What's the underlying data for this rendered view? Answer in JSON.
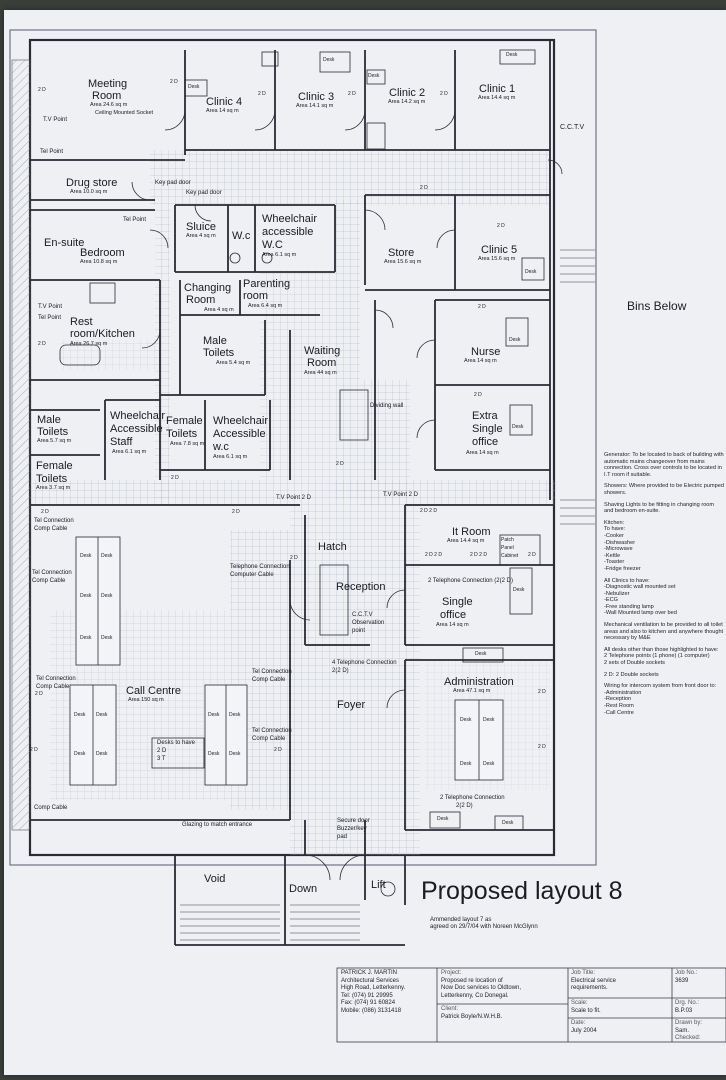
{
  "title": "Proposed layout 8",
  "amendment": [
    "Ammended layout 7 as",
    "agreed on 29/7/04 with Noreen McGlynn"
  ],
  "side_labels": {
    "bins": "Bins Below",
    "cctv": "C.C.T.V"
  },
  "rooms": {
    "meeting": {
      "name": [
        "Meeting",
        "Room"
      ],
      "area": "Area 24.6 sq m",
      "note": "Ceiling Mounted Socket"
    },
    "clinic4": {
      "name": "Clinic 4",
      "area": "Area 14 sq m"
    },
    "clinic3": {
      "name": "Clinic 3",
      "area": "Area 14.1 sq m"
    },
    "clinic2": {
      "name": "Clinic 2",
      "area": "Area 14.2 sq m"
    },
    "clinic1": {
      "name": "Clinic 1",
      "area": "Area 14.4 sq m"
    },
    "drug_store": {
      "name": "Drug store",
      "area": "Area 10.0 sq m"
    },
    "ensuite": {
      "name": "En-suite"
    },
    "bedroom": {
      "name": "Bedroom",
      "area": "Area 10.8 sq m"
    },
    "sluice": {
      "name": "Sluice",
      "area": "Area 4 sq m"
    },
    "wc": {
      "name": "W.c"
    },
    "wheelchair_wc": {
      "name": [
        "Wheelchair",
        "accessible",
        "W.C"
      ],
      "area": "Area 6.1 sq m"
    },
    "store": {
      "name": "Store",
      "area": "Area 15.6 sq m"
    },
    "clinic5": {
      "name": "Clinic 5",
      "area": "Area 15.6 sq m"
    },
    "rest_room": {
      "name": [
        "Rest",
        "room/Kitchen"
      ],
      "area": "Area 26.7 sq m"
    },
    "changing": {
      "name": [
        "Changing",
        "Room"
      ],
      "area": "Area 4 sq m"
    },
    "parenting": {
      "name": [
        "Parenting",
        "room"
      ],
      "area": "Area 6.4 sq m"
    },
    "male_toilets_mid": {
      "name": [
        "Male",
        "Toilets"
      ],
      "area": "Area 5.4 sq m"
    },
    "waiting": {
      "name": [
        "Waiting",
        "Room"
      ],
      "area": "Area 44 sq m"
    },
    "nurse": {
      "name": "Nurse",
      "area": "Area 14 sq m"
    },
    "extra_office": {
      "name": [
        "Extra",
        "Single",
        "office"
      ],
      "area": "Area 14 sq m"
    },
    "male_toilets_left": {
      "name": [
        "Male",
        "Toilets"
      ],
      "area": "Area 5.7 sq m"
    },
    "wheelchair_staff": {
      "name": [
        "Wheelchair",
        "Accessible",
        "Staff"
      ],
      "area": "Area 6.1 sq m"
    },
    "female_toilets_mid": {
      "name": [
        "Female",
        "Toilets"
      ],
      "area": "Area 7.8 sq m"
    },
    "wheelchair_wc2": {
      "name": [
        "Wheelchair",
        "Accessible",
        "w.c"
      ],
      "area": "Area 6.1 sq m"
    },
    "female_toilets_left": {
      "name": [
        "Female",
        "Toilets"
      ],
      "area": "Area 3.7 sq m"
    },
    "it_room": {
      "name": "It Room",
      "area": "Area 14.4 sq m",
      "cabinet": [
        "Patch",
        "Panel",
        "Cabinet"
      ]
    },
    "hatch": {
      "name": "Hatch"
    },
    "reception": {
      "name": "Reception",
      "cctv": [
        "C.C.T.V",
        "Observation",
        "point"
      ]
    },
    "single_office": {
      "name": [
        "Single",
        "office"
      ],
      "area": "Area 14 sq m"
    },
    "call_centre": {
      "name": "Call Centre",
      "area": "Area 150 sq m"
    },
    "foyer": {
      "name": "Foyer"
    },
    "administration": {
      "name": "Administration",
      "area": "Area 47.1 sq m"
    },
    "void": {
      "name": "Void"
    },
    "down": {
      "name": "Down"
    },
    "lift": {
      "name": "Lift"
    }
  },
  "annotations": {
    "dividing_wall": "Dividing wall",
    "key_pad_1": "Key pad door",
    "key_pad_2": "Key pad door",
    "tv_point": "T.V Point",
    "tel_point": "Tel Point",
    "tv_point_2d": "T.V Point 2 D",
    "tel_conn_comp": [
      "Tel Connection",
      "Comp Cable"
    ],
    "telephone_conn_computer": [
      "Telephone Connection",
      "Computer Cable"
    ],
    "tel_conn_2d": "2 Telephone Connection (2(2 D)",
    "tel_conn_4": [
      "4 Telephone Connection",
      "2(2 D)"
    ],
    "tel_conn_admin": [
      "2 Telephone Connection",
      "2(2 D)"
    ],
    "desks_to_have": [
      "Desks to have",
      "2 D",
      "3 T"
    ],
    "glazing": "Glazing to match entrance",
    "secure_door": [
      "Secure door",
      "Buzzer/key",
      "pad"
    ],
    "comp_cable": "Comp Cable",
    "desk": "Desk",
    "two_d": "2 D",
    "two_d_two_d": "2 D 2 D"
  },
  "notes": {
    "generator": "Generator: To be located to back of building with automatic mains changeover from mains connection. Cross over controls to be located in I.T room if suitable.",
    "showers": "Showers: Where provided to be Electric pumped showers.",
    "shaving": "Shaving Lights to be fitting in changing room and bedroom en-suite.",
    "kitchen_head": "Kitchen:",
    "kitchen_sub": "To have:",
    "kitchen_items": [
      "-Cooker",
      "-Dishwasher",
      "-Microwave",
      "-Kettle",
      "-Toaster",
      "-Fridge freezer"
    ],
    "clinics_head": "All Clinics to have:",
    "clinic_items": [
      "-Diagnostic wall mounted set",
      "-Nebulizer",
      "-ECG",
      "-Free standing lamp",
      "-Wall Mounted lamp over bed"
    ],
    "ventilation": "Mechanical ventilation to be provided to all toilet areas and also to kitchen and anywhere thought necessary by M&E",
    "desks": "All desks other than those highlighted to have:",
    "desk_items": [
      "2 Telephone points (1 phone) (1 computer)",
      "2 sets of Double sockets"
    ],
    "two_d_def": "2 D: 2 Double sockets",
    "intercom": "Wiring for intercom system from front door to:",
    "intercom_items": [
      "-Administration",
      "-Reception",
      "-Rest Room",
      "-Call Centre"
    ]
  },
  "title_block": {
    "architect": [
      "PATRICK J. MARTIN",
      "Architectural Services",
      "High Road, Letterkenny.",
      "Tel: (074) 91 29995",
      "Fax: (074) 91 60824",
      "Mobile: (086) 3131418"
    ],
    "project_label": "Project:",
    "project": [
      "Proposed re location of",
      "Now Doc services to Oldtown,",
      "Letterkenny, Co Donegal."
    ],
    "client_label": "Client:",
    "client": "Patrick Boyle/N.W.H.B.",
    "job_title_label": "Job Title:",
    "job_title": [
      "Electrical service",
      "requirements."
    ],
    "scale_label": "Scale:",
    "scale": "Scale to fit.",
    "date_label": "Date:",
    "date": "July 2004",
    "job_no_label": "Job No.:",
    "job_no": "3639",
    "drg_no_label": "Drg. No.:",
    "drg_no": "B.P.03",
    "drawn_by_label": "Drawn by:",
    "drawn_by": "Sam.",
    "checked_label": "Checked:"
  }
}
